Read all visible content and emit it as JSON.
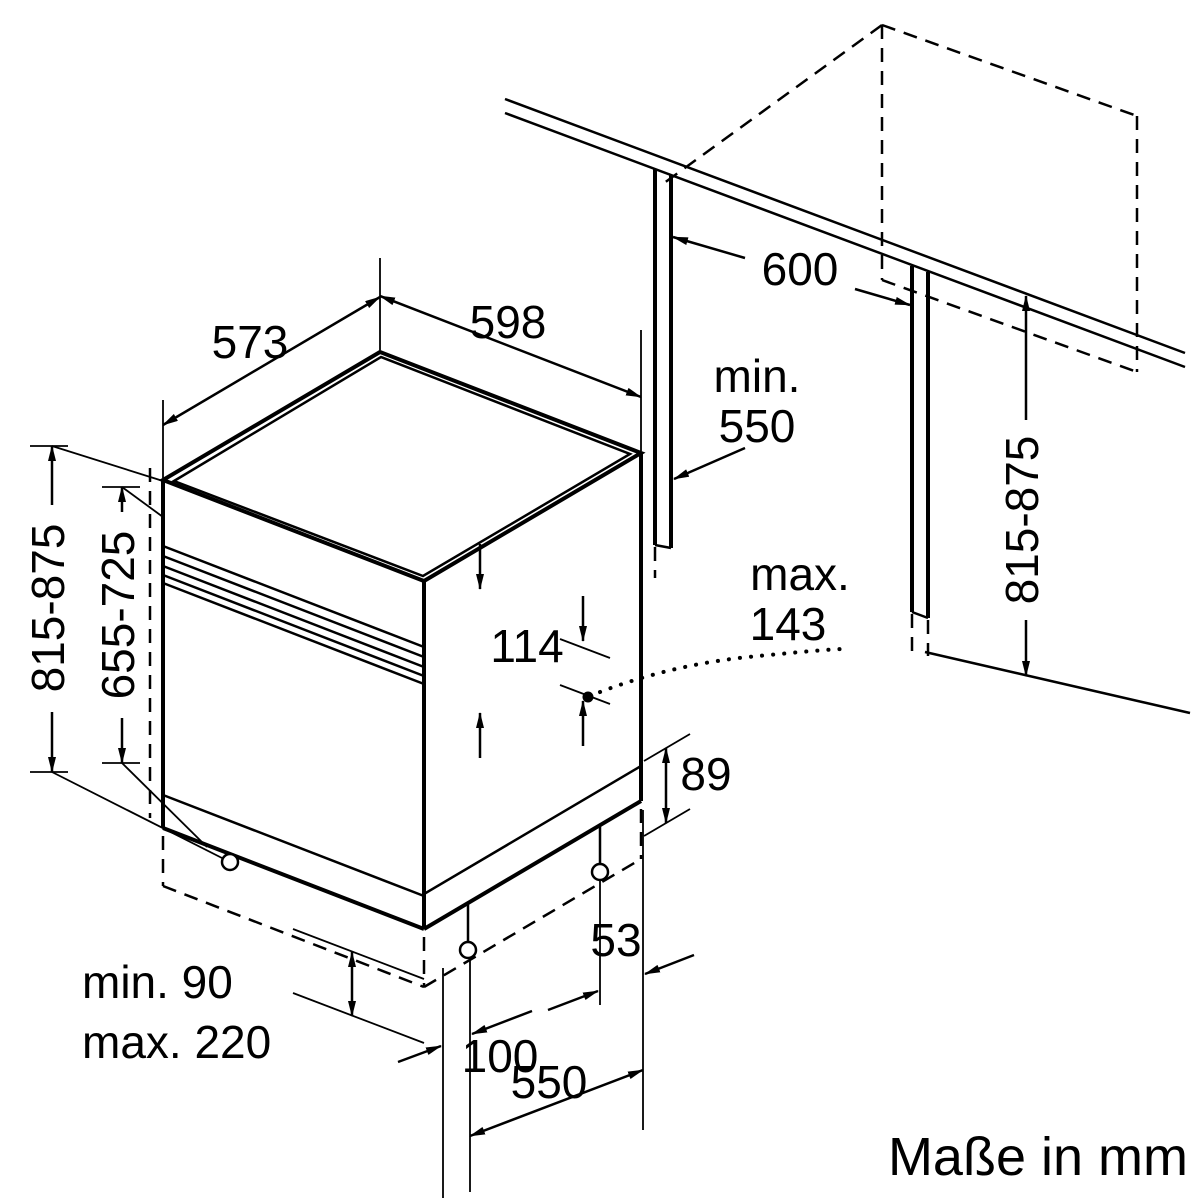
{
  "diagram": {
    "caption": "Maße in mm",
    "colors": {
      "ink": "#000000",
      "background": "#ffffff"
    },
    "dims": {
      "top_depth": "573",
      "top_width": "598",
      "cabinet_width": "600",
      "niche_min": "min.",
      "niche_value": "550",
      "height_outer": "815-875",
      "height_inner": "655-725",
      "niche_height": "815-875",
      "door_max": "max.",
      "door_value": "143",
      "panel_height": "114",
      "plinth_height": "89",
      "rear_offset": "53",
      "foot_min": "min. 90",
      "foot_max": "max. 220",
      "front_offset": "100",
      "foot_spacing": "550"
    }
  }
}
